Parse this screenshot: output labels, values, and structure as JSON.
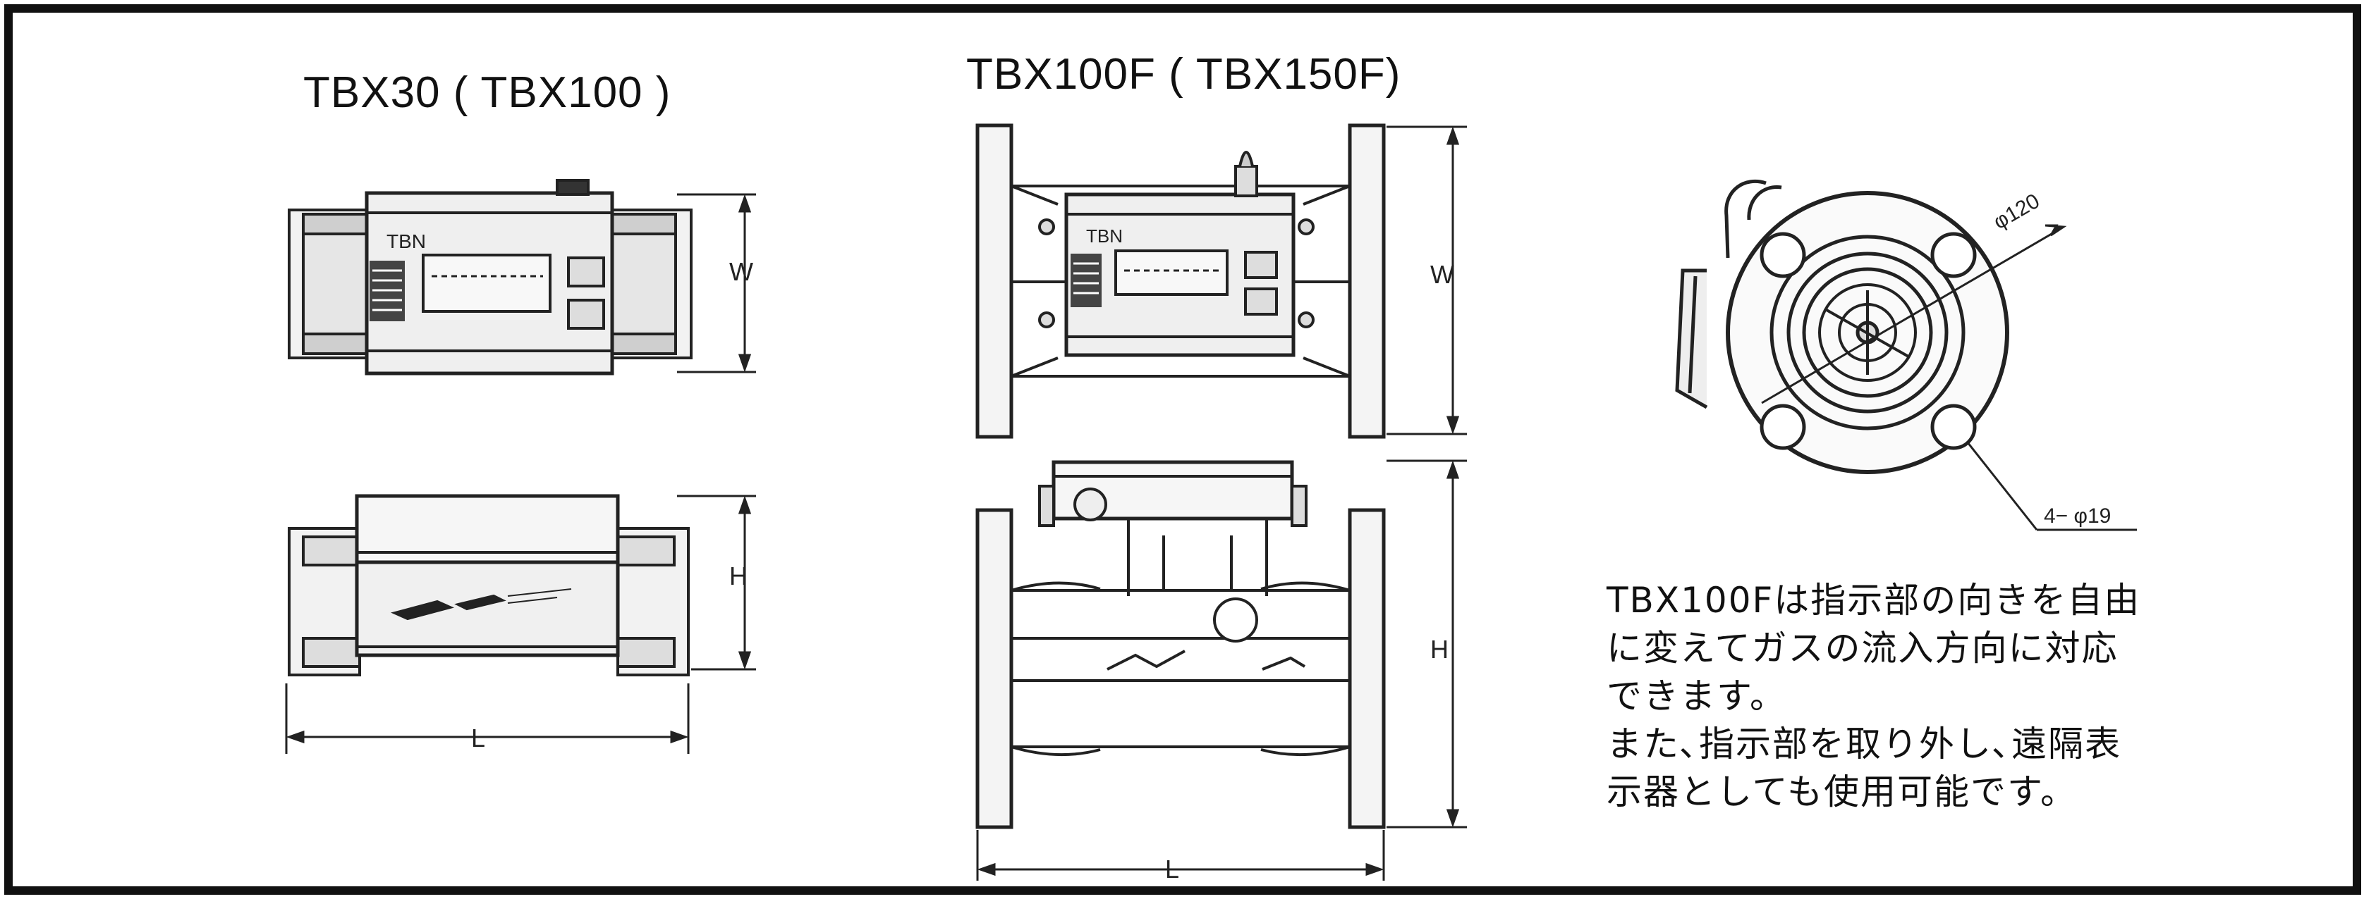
{
  "diagram": {
    "titles": {
      "left": "TBX30 ( TBX100 )",
      "mid": "TBX100F ( TBX150F)"
    },
    "labels": {
      "w": "W",
      "h": "H",
      "l": "L",
      "device": "TBN",
      "diameter": "φ120",
      "holes": "4− φ19"
    },
    "note": {
      "lines": [
        "TBX100Fは指示部の向きを自由",
        "に変えてガスの流入方向に対応",
        "できます。",
        "また､指示部を取り外し､遠隔表",
        "示器としても使用可能です。"
      ]
    }
  }
}
